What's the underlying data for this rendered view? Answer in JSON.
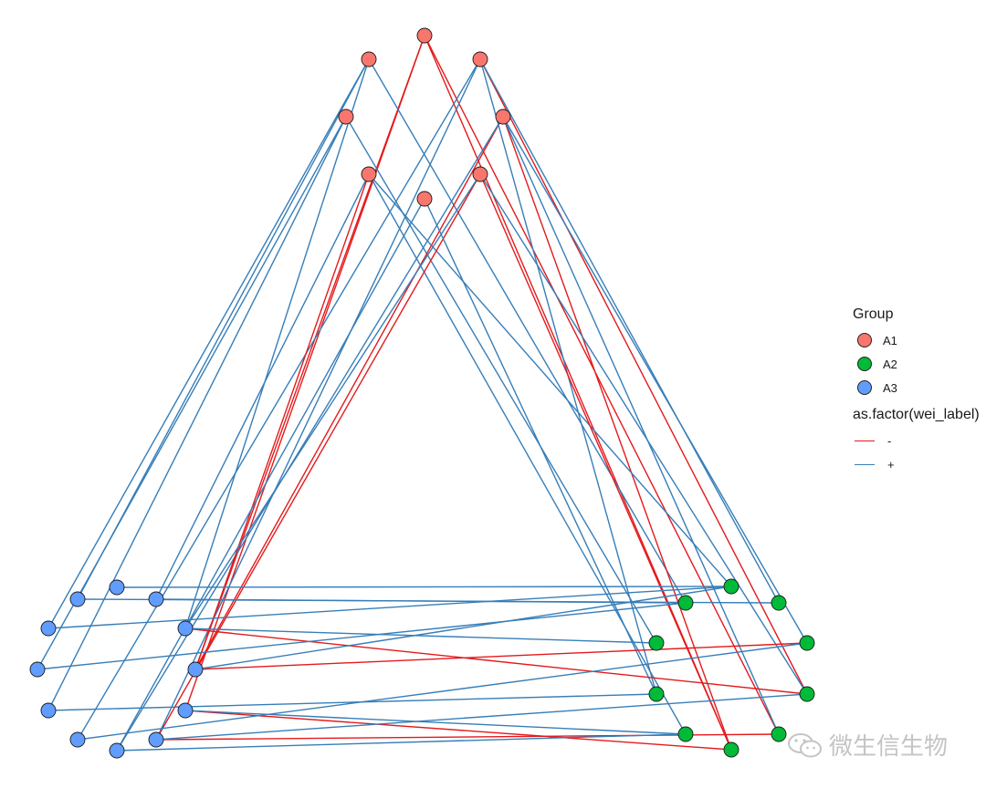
{
  "legend": {
    "group_title": "Group",
    "groups": [
      {
        "label": "A1",
        "color": "#F8766D"
      },
      {
        "label": "A2",
        "color": "#00BA38"
      },
      {
        "label": "A3",
        "color": "#619CFF"
      }
    ],
    "edge_title": "as.factor(wei_label)",
    "edges": [
      {
        "label": "-",
        "color": "#E41A1C"
      },
      {
        "label": "+",
        "color": "#377EB8"
      }
    ]
  },
  "watermark": {
    "text": "微生信生物",
    "icon": "wechat-icon"
  }
}
